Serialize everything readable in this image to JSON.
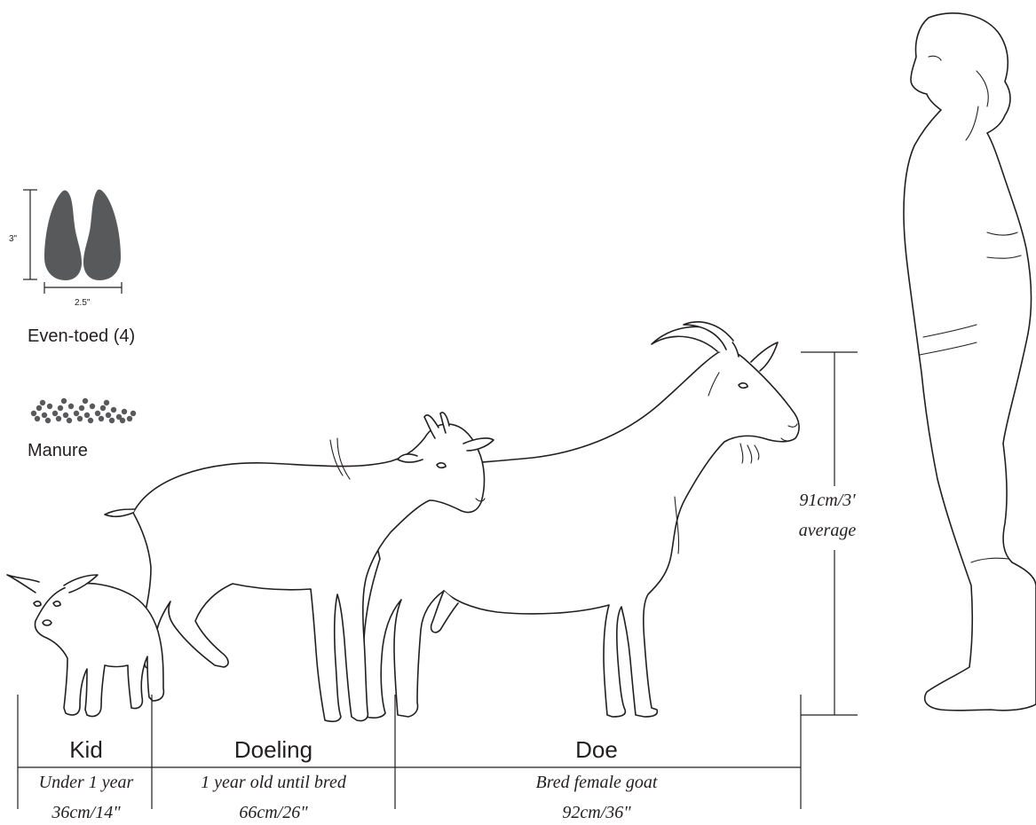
{
  "track": {
    "height_label": "3\"",
    "width_label": "2.5\"",
    "caption": "Even-toed (4)",
    "hoof_color": "#58595b"
  },
  "manure": {
    "caption": "Manure",
    "pellet_color": "#58595b"
  },
  "height_scale": {
    "line1": "91cm/3'",
    "line2": "average"
  },
  "stages": [
    {
      "name": "Kid",
      "description": "Under 1 year",
      "length": "36cm/14\""
    },
    {
      "name": "Doeling",
      "description": "1 year old until bred",
      "length": "66cm/26\""
    },
    {
      "name": "Doe",
      "description": "Bred female goat",
      "length": "92cm/36\""
    }
  ],
  "icons": [
    "hoof-track-icon",
    "manure-pellets-icon",
    "kid-goat-illustration",
    "doeling-goat-illustration",
    "doe-goat-illustration",
    "person-illustration"
  ]
}
